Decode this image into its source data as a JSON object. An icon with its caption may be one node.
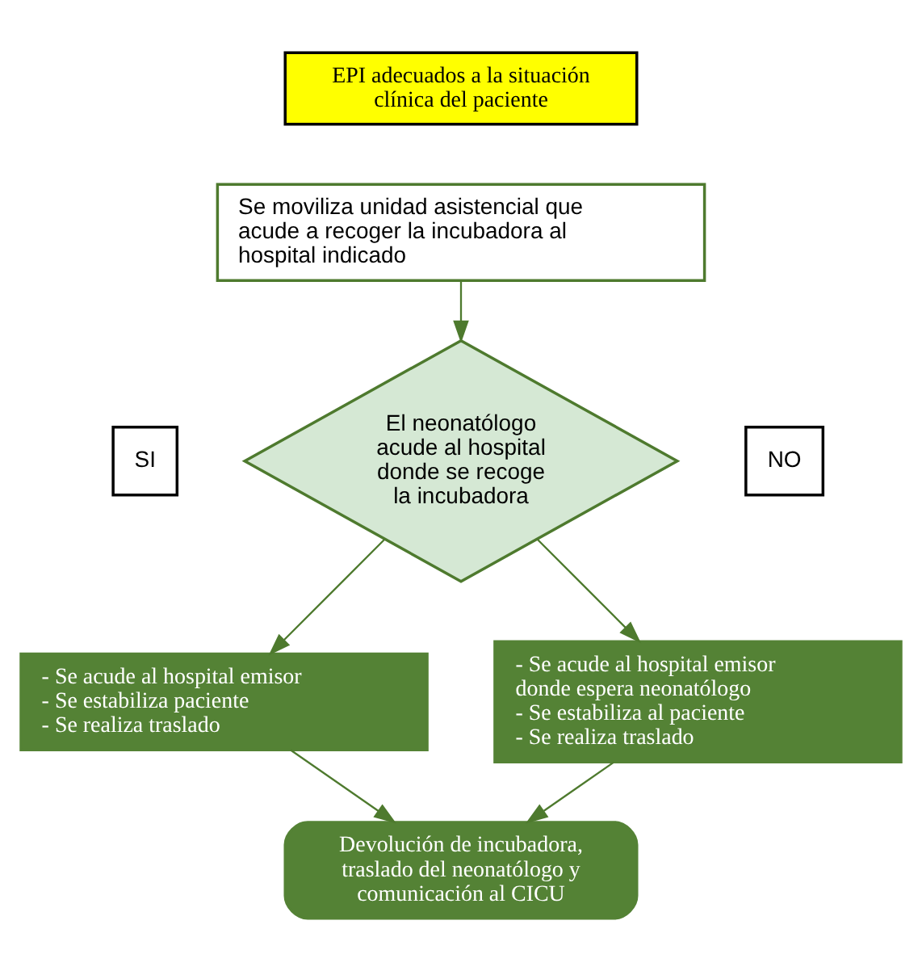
{
  "diagram": {
    "nodes": [
      {
        "text": [
          "EPI adecuados a la situación clínica del paciente"
        ]
      },
      {
        "text": [
          "Se moviliza unidad asistencial que acude a recoger la incubadora al hospital indicado"
        ]
      },
      {
        "text": [
          "El neonatólogo acude al hospital donde se recoge  la incubadora"
        ]
      },
      {
        "text": [
          "SI"
        ]
      },
      {
        "text": [
          "NO"
        ]
      },
      {
        "text": [
          "- Se acude al hospital emisor",
          "- Se estabiliza paciente",
          "- Se realiza traslado"
        ]
      },
      {
        "text": [
          "- Se acude al hospital emisor donde espera neonatólogo",
          "- Se estabiliza al paciente",
          "- Se realiza traslado"
        ]
      },
      {
        "text": [
          "Devolución de incubadora, traslado del neonatólogo y comunicación al CICU"
        ]
      }
    ],
    "edges": [
      {
        "from": 1,
        "to": 2,
        "arrow": "to"
      },
      {
        "from": 2,
        "to": 5,
        "arrow": "to"
      },
      {
        "from": 2,
        "to": 6,
        "arrow": "to"
      },
      {
        "from": 5,
        "to": 7,
        "arrow": "to"
      },
      {
        "from": 6,
        "to": 7,
        "arrow": "to"
      }
    ]
  }
}
